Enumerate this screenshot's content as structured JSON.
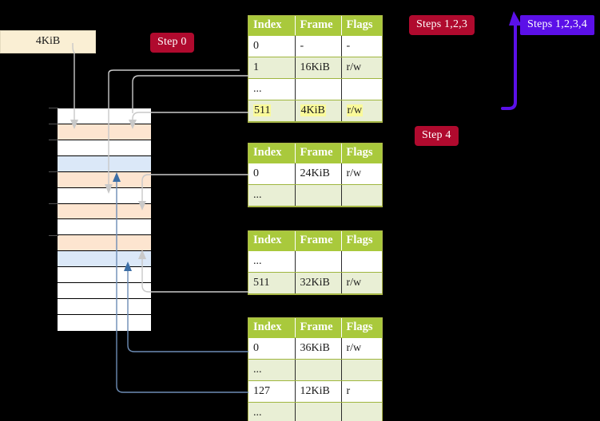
{
  "labels": {
    "size_label": "4KiB",
    "step0": "Step 0",
    "step4": "Step 4",
    "steps123": "Steps 1,2,3",
    "steps1234": "Steps 1,2,3,4"
  },
  "colors": {
    "header_green": "#a9c93c",
    "row_even": "#e9efd5",
    "badge_crimson": "#b00a2e",
    "badge_violet": "#5b10e8",
    "cream": "#faefd4",
    "mem_peach": "#fde5d0",
    "mem_blue": "#dbe8f8",
    "highlight_yellow": "#fafa9a"
  },
  "tables": [
    {
      "id": "pml4",
      "columns": [
        "Index",
        "Frame",
        "Flags"
      ],
      "rows": [
        {
          "cells": [
            "0",
            "-",
            "-"
          ],
          "shade": "odd",
          "highlight": false
        },
        {
          "cells": [
            "1",
            "16KiB",
            "r/w"
          ],
          "shade": "even",
          "highlight": false
        },
        {
          "cells": [
            "...",
            "",
            ""
          ],
          "shade": "odd",
          "highlight": false
        },
        {
          "cells": [
            "511",
            "4KiB",
            "r/w"
          ],
          "shade": "even",
          "highlight": true
        }
      ]
    },
    {
      "id": "pdpt",
      "columns": [
        "Index",
        "Frame",
        "Flags"
      ],
      "rows": [
        {
          "cells": [
            "0",
            "24KiB",
            "r/w"
          ],
          "shade": "odd",
          "highlight": false
        },
        {
          "cells": [
            "...",
            "",
            ""
          ],
          "shade": "even",
          "highlight": false
        }
      ]
    },
    {
      "id": "pd",
      "columns": [
        "Index",
        "Frame",
        "Flags"
      ],
      "rows": [
        {
          "cells": [
            "...",
            "",
            ""
          ],
          "shade": "odd",
          "highlight": false
        },
        {
          "cells": [
            "511",
            "32KiB",
            "r/w"
          ],
          "shade": "even",
          "highlight": false
        }
      ]
    },
    {
      "id": "pt",
      "columns": [
        "Index",
        "Frame",
        "Flags"
      ],
      "rows": [
        {
          "cells": [
            "0",
            "36KiB",
            "r/w"
          ],
          "shade": "odd",
          "highlight": false
        },
        {
          "cells": [
            "...",
            "",
            ""
          ],
          "shade": "even",
          "highlight": false
        },
        {
          "cells": [
            "127",
            "12KiB",
            "r"
          ],
          "shade": "odd",
          "highlight": false
        },
        {
          "cells": [
            "...",
            "",
            ""
          ],
          "shade": "even",
          "highlight": false
        }
      ]
    }
  ],
  "memory_bar": {
    "rows": [
      {
        "fill": "white"
      },
      {
        "fill": "peach"
      },
      {
        "fill": "white"
      },
      {
        "fill": "blue"
      },
      {
        "fill": "peach"
      },
      {
        "fill": "white"
      },
      {
        "fill": "peach"
      },
      {
        "fill": "white"
      },
      {
        "fill": "peach"
      },
      {
        "fill": "blue"
      },
      {
        "fill": "white"
      },
      {
        "fill": "white"
      },
      {
        "fill": "white"
      },
      {
        "fill": "white"
      }
    ]
  }
}
